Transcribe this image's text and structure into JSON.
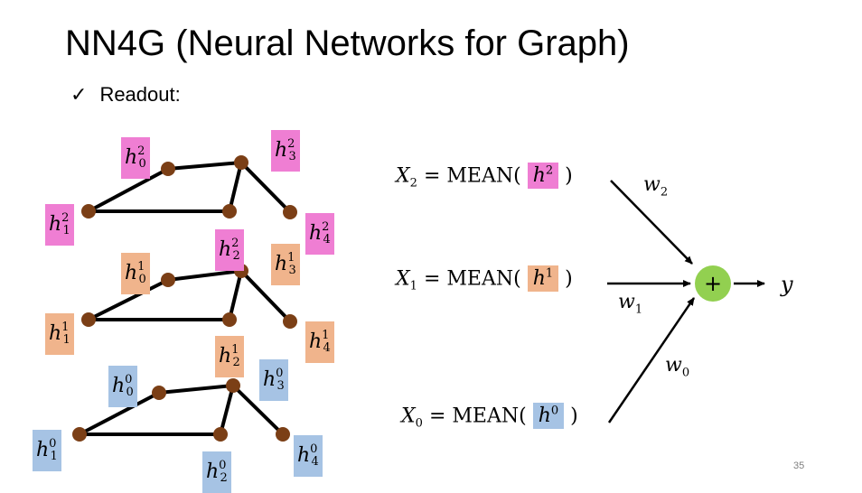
{
  "slide": {
    "title": "NN4G (Neural Networks for Graph)",
    "bullet": {
      "icon": "checkmark-icon",
      "check": "✓",
      "text": "Readout:"
    },
    "page_number": "35"
  },
  "colors": {
    "layer2": "#ef7ed3",
    "layer1": "#f0b48c",
    "layer0": "#a6c3e4",
    "node": "#7b3f16",
    "sum_node": "#92d050"
  },
  "graphs": [
    {
      "layer": "2",
      "labels": [
        {
          "base": "h",
          "sup": "2",
          "sub": "0"
        },
        {
          "base": "h",
          "sup": "2",
          "sub": "1"
        },
        {
          "base": "h",
          "sup": "2",
          "sub": "2"
        },
        {
          "base": "h",
          "sup": "2",
          "sub": "3"
        },
        {
          "base": "h",
          "sup": "2",
          "sub": "4"
        }
      ]
    },
    {
      "layer": "1",
      "labels": [
        {
          "base": "h",
          "sup": "1",
          "sub": "0"
        },
        {
          "base": "h",
          "sup": "1",
          "sub": "1"
        },
        {
          "base": "h",
          "sup": "1",
          "sub": "2"
        },
        {
          "base": "h",
          "sup": "1",
          "sub": "3"
        },
        {
          "base": "h",
          "sup": "1",
          "sub": "4"
        }
      ]
    },
    {
      "layer": "0",
      "labels": [
        {
          "base": "h",
          "sup": "0",
          "sub": "0"
        },
        {
          "base": "h",
          "sup": "0",
          "sub": "1"
        },
        {
          "base": "h",
          "sup": "0",
          "sub": "2"
        },
        {
          "base": "h",
          "sup": "0",
          "sub": "3"
        },
        {
          "base": "h",
          "sup": "0",
          "sub": "4"
        }
      ]
    }
  ],
  "equations": [
    {
      "lhs": "X",
      "lhs_sub": "2",
      "op": " = MEAN( ",
      "h": "h",
      "h_sup": "2",
      "close": " )"
    },
    {
      "lhs": "X",
      "lhs_sub": "1",
      "op": " = MEAN( ",
      "h": "h",
      "h_sup": "1",
      "close": " )"
    },
    {
      "lhs": "X",
      "lhs_sub": "0",
      "op": " = MEAN( ",
      "h": "h",
      "h_sup": "0",
      "close": " )"
    }
  ],
  "weights": [
    {
      "base": "w",
      "sub": "2"
    },
    {
      "base": "w",
      "sub": "1"
    },
    {
      "base": "w",
      "sub": "0"
    }
  ],
  "sum_node": {
    "symbol": "+"
  },
  "output": {
    "symbol": "y"
  }
}
